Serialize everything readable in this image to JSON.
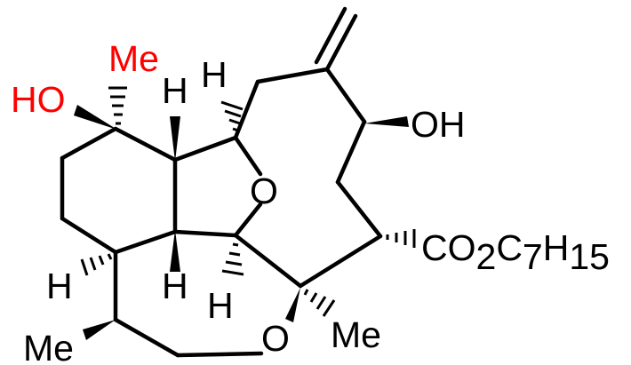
{
  "colors": {
    "bond": "#000000",
    "atom_label": "#000000",
    "highlight": "#ff0000"
  },
  "labels": {
    "me_top": "Me",
    "ho_top": "HO",
    "h_top_left": "H",
    "h_top_mid": "H",
    "oh_right": "OH",
    "o_ring_mid": "O",
    "ester": {
      "co": "CO",
      "sub_2": "2",
      "c": "C",
      "sub_7": "7",
      "h": "H",
      "sub_15": "15"
    },
    "h_left": "H",
    "h_center": "H",
    "h_bottom": "H",
    "o_ring_bottom": "O",
    "me_right": "Me",
    "me_bottom_left": "Me"
  }
}
